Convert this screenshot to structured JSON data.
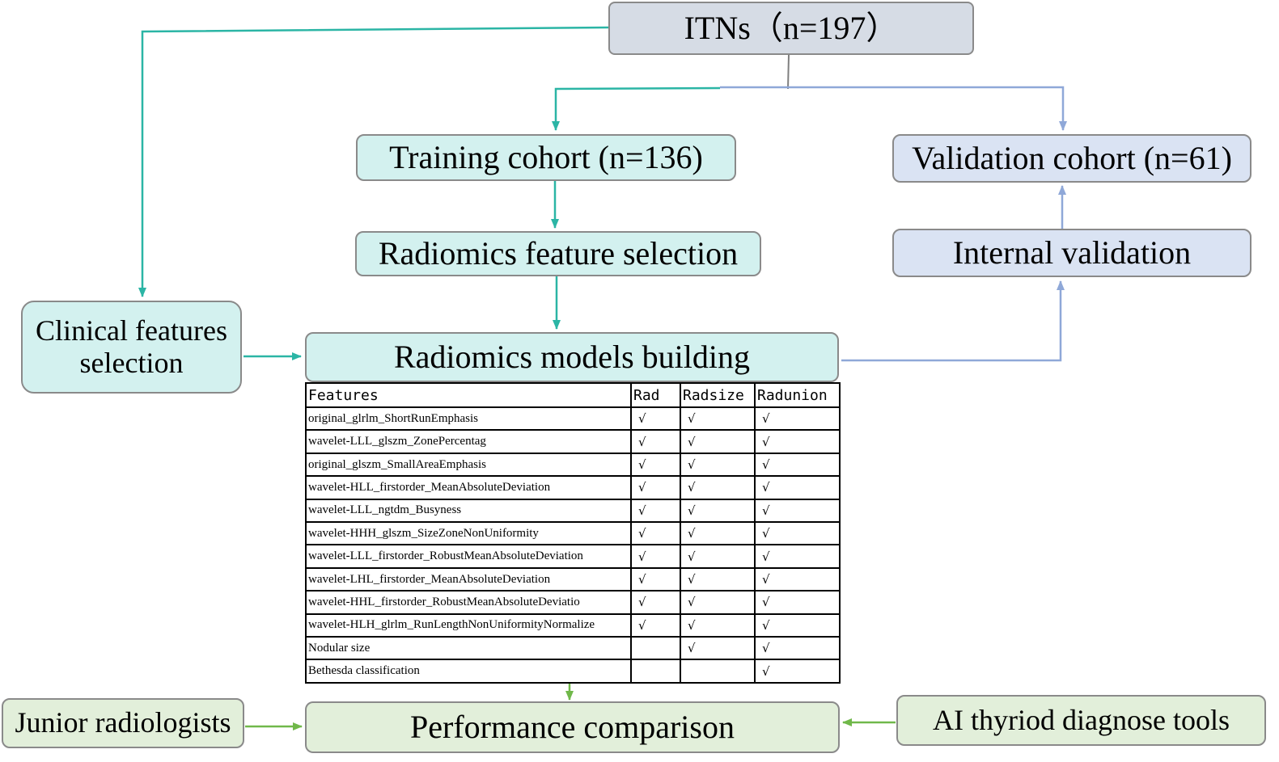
{
  "boxes": {
    "itns": "ITNs（n=197）",
    "training": "Training cohort (n=136)",
    "validation": "Validation cohort (n=61)",
    "radiomics_feature_selection": "Radiomics feature selection",
    "internal_validation": "Internal validation",
    "clinical_line1": "Clinical features",
    "clinical_line2": "selection",
    "models_building": "Radiomics models building",
    "junior_radiologists": "Junior radiologists",
    "performance_comparison": "Performance comparison",
    "ai_tools": "AI thyriod diagnose tools"
  },
  "table": {
    "headers": [
      "Features",
      "Rad",
      "Radsize",
      "Radunion"
    ],
    "check_mark": "√",
    "rows": [
      {
        "feature": "original_glrlm_ShortRunEmphasis",
        "rad": "√",
        "radsize": "√",
        "radunion": "√"
      },
      {
        "feature": "wavelet-LLL_glszm_ZonePercentag",
        "rad": "√",
        "radsize": "√",
        "radunion": "√"
      },
      {
        "feature": "original_glszm_SmallAreaEmphasis",
        "rad": "√",
        "radsize": "√",
        "radunion": "√"
      },
      {
        "feature": "wavelet-HLL_firstorder_MeanAbsoluteDeviation",
        "rad": "√",
        "radsize": "√",
        "radunion": "√"
      },
      {
        "feature": "wavelet-LLL_ngtdm_Busyness",
        "rad": "√",
        "radsize": "√",
        "radunion": "√"
      },
      {
        "feature": "wavelet-HHH_glszm_SizeZoneNonUniformity",
        "rad": "√",
        "radsize": "√",
        "radunion": "√"
      },
      {
        "feature": "wavelet-LLL_firstorder_RobustMeanAbsoluteDeviation",
        "rad": "√",
        "radsize": "√",
        "radunion": "√"
      },
      {
        "feature": "wavelet-LHL_firstorder_MeanAbsoluteDeviation",
        "rad": "√",
        "radsize": "√",
        "radunion": "√"
      },
      {
        "feature": "wavelet-HHL_firstorder_RobustMeanAbsoluteDeviatio",
        "rad": "√",
        "radsize": "√",
        "radunion": "√"
      },
      {
        "feature": "wavelet-HLH_glrlm_RunLengthNonUniformityNormalize",
        "rad": "√",
        "radsize": "√",
        "radunion": "√"
      },
      {
        "feature": "Nodular size",
        "rad": "",
        "radsize": "√",
        "radunion": "√"
      },
      {
        "feature": "Bethesda classification",
        "rad": "",
        "radsize": "",
        "radunion": "√"
      }
    ]
  },
  "colors": {
    "teal_arrow": "#2bb5a5",
    "blue_arrow": "#8fa8d8",
    "green_arrow": "#70b84a",
    "gray_line": "#7f7f7f"
  }
}
